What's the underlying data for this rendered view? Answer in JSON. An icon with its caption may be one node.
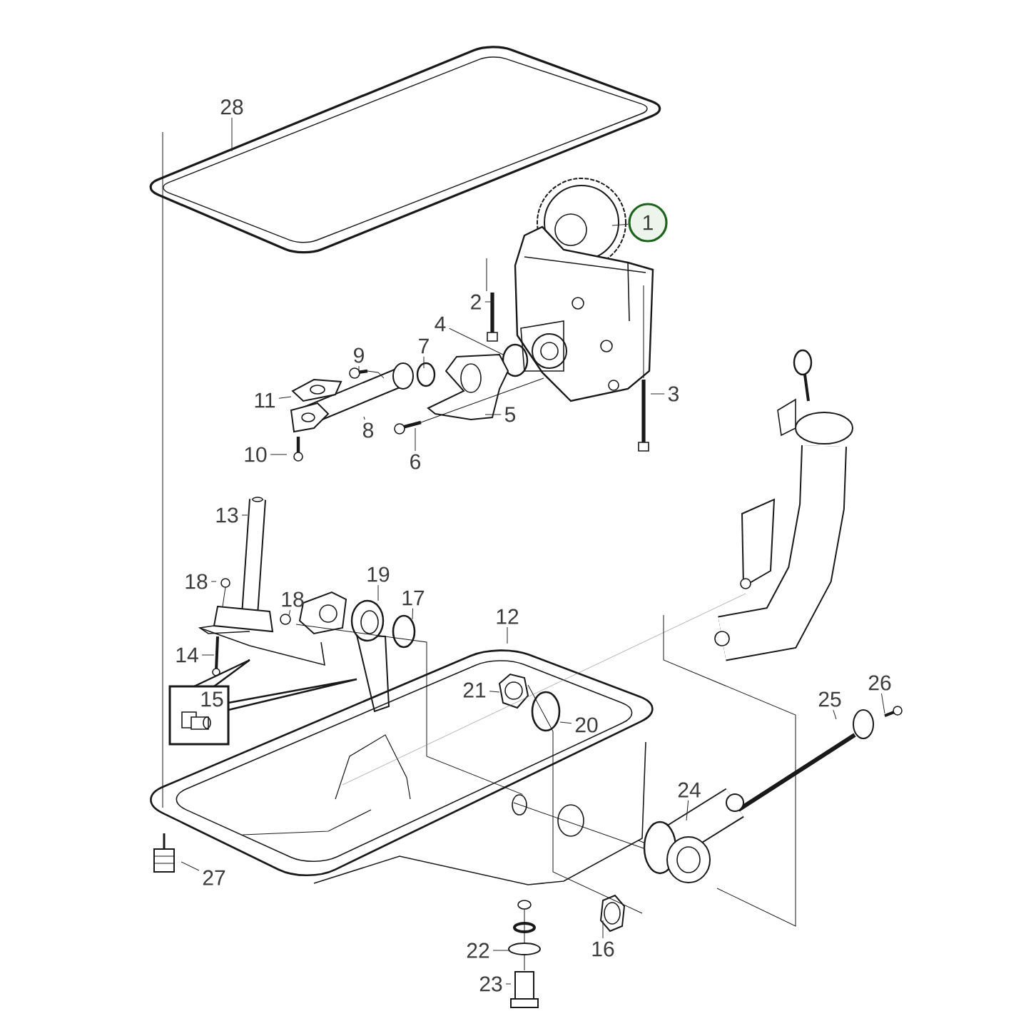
{
  "diagram": {
    "nodes": [
      {
        "text": [
          "28"
        ]
      },
      {
        "text": [
          "1"
        ]
      },
      {
        "text": [
          "2"
        ]
      },
      {
        "text": [
          "4"
        ]
      },
      {
        "text": [
          "7"
        ]
      },
      {
        "text": [
          "9"
        ]
      },
      {
        "text": [
          "3"
        ]
      },
      {
        "text": [
          "11"
        ]
      },
      {
        "text": [
          "5"
        ]
      },
      {
        "text": [
          "8"
        ]
      },
      {
        "text": [
          "10"
        ]
      },
      {
        "text": [
          "6"
        ]
      },
      {
        "text": [
          "13"
        ]
      },
      {
        "text": [
          "18"
        ]
      },
      {
        "text": [
          "18"
        ]
      },
      {
        "text": [
          "19"
        ]
      },
      {
        "text": [
          "17"
        ]
      },
      {
        "text": [
          "12"
        ]
      },
      {
        "text": [
          "14"
        ]
      },
      {
        "text": [
          "15"
        ]
      },
      {
        "text": [
          "25"
        ]
      },
      {
        "text": [
          "26"
        ]
      },
      {
        "text": [
          "21"
        ]
      },
      {
        "text": [
          "20"
        ]
      },
      {
        "text": [
          "24"
        ]
      },
      {
        "text": [
          "27"
        ]
      },
      {
        "text": [
          "22"
        ]
      },
      {
        "text": [
          "16"
        ]
      },
      {
        "text": [
          "23"
        ]
      }
    ],
    "edges": [
      {
        "from": 0,
        "to": null,
        "arrow": "none"
      },
      {
        "from": 1,
        "to": null,
        "arrow": "none"
      },
      {
        "from": 2,
        "to": null,
        "arrow": "none"
      },
      {
        "from": 3,
        "to": null,
        "arrow": "none"
      },
      {
        "from": 4,
        "to": null,
        "arrow": "none"
      },
      {
        "from": 5,
        "to": null,
        "arrow": "none"
      },
      {
        "from": 6,
        "to": null,
        "arrow": "none"
      },
      {
        "from": 7,
        "to": null,
        "arrow": "none"
      },
      {
        "from": 8,
        "to": null,
        "arrow": "none"
      },
      {
        "from": 9,
        "to": null,
        "arrow": "none"
      },
      {
        "from": 10,
        "to": null,
        "arrow": "none"
      },
      {
        "from": 11,
        "to": null,
        "arrow": "none"
      },
      {
        "from": 12,
        "to": null,
        "arrow": "none"
      },
      {
        "from": 13,
        "to": null,
        "arrow": "none"
      },
      {
        "from": 14,
        "to": null,
        "arrow": "none"
      },
      {
        "from": 15,
        "to": null,
        "arrow": "none"
      },
      {
        "from": 16,
        "to": null,
        "arrow": "none"
      },
      {
        "from": 17,
        "to": null,
        "arrow": "none"
      },
      {
        "from": 18,
        "to": null,
        "arrow": "none"
      },
      {
        "from": 20,
        "to": null,
        "arrow": "none"
      },
      {
        "from": 21,
        "to": null,
        "arrow": "none"
      },
      {
        "from": 22,
        "to": null,
        "arrow": "none"
      },
      {
        "from": 23,
        "to": null,
        "arrow": "none"
      },
      {
        "from": 24,
        "to": null,
        "arrow": "none"
      },
      {
        "from": 25,
        "to": null,
        "arrow": "none"
      },
      {
        "from": 26,
        "to": null,
        "arrow": "none"
      },
      {
        "from": 27,
        "to": null,
        "arrow": "none"
      },
      {
        "from": 28,
        "to": null,
        "arrow": "none"
      }
    ]
  }
}
